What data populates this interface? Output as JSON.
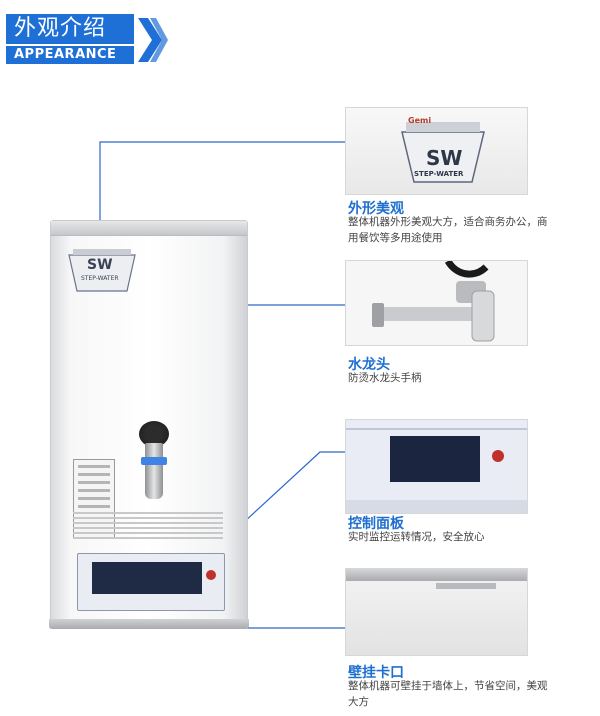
{
  "header": {
    "title_cn": "外观介绍",
    "title_en": "APPEARANCE"
  },
  "brand": {
    "logo_text": "SW",
    "logo_sub": "STEP-WATER",
    "maker": "Gemi"
  },
  "colors": {
    "accent": "#1e6fd6",
    "line": "#2a68c9"
  },
  "features": [
    {
      "title": "外形美观",
      "desc": "整体机器外形美观大方，适合商务办公，商用餐饮等多用途使用"
    },
    {
      "title": "水龙头",
      "desc": "防烫水龙头手柄"
    },
    {
      "title": "控制面板",
      "desc": "实时监控运转情况，安全放心"
    },
    {
      "title": "壁挂卡口",
      "desc": "整体机器可壁挂于墙体上，节省空间，美观大方"
    }
  ],
  "icons": [
    "chevron-right-icon",
    "sw-logo-icon",
    "faucet-icon",
    "control-panel-icon",
    "wall-bracket-icon"
  ]
}
